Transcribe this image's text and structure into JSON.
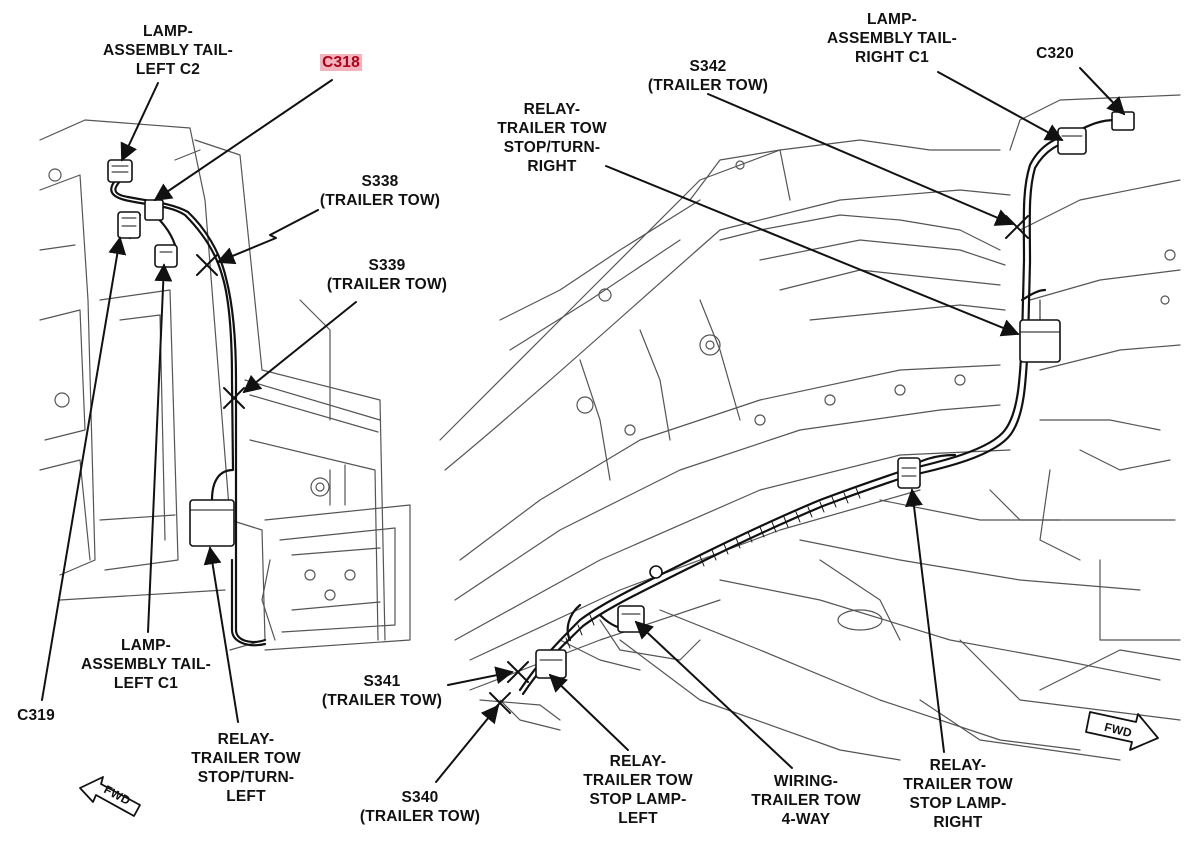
{
  "labels": {
    "lamp_tail_left_c2": [
      "LAMP-",
      "ASSEMBLY TAIL-",
      "LEFT C2"
    ],
    "c318": "C318",
    "s338": [
      "S338",
      "(TRAILER TOW)"
    ],
    "s339": [
      "S339",
      "(TRAILER TOW)"
    ],
    "lamp_tail_left_c1": [
      "LAMP-",
      "ASSEMBLY TAIL-",
      "LEFT C1"
    ],
    "c319": "C319",
    "relay_stop_turn_left": [
      "RELAY-",
      "TRAILER TOW",
      "STOP/TURN-",
      "LEFT"
    ],
    "s342": [
      "S342",
      "(TRAILER TOW)"
    ],
    "relay_stop_turn_right": [
      "RELAY-",
      "TRAILER TOW",
      "STOP/TURN-",
      "RIGHT"
    ],
    "lamp_tail_right_c1": [
      "LAMP-",
      "ASSEMBLY TAIL-",
      "RIGHT C1"
    ],
    "c320": "C320",
    "s341": [
      "S341",
      "(TRAILER TOW)"
    ],
    "s340": [
      "S340",
      "(TRAILER TOW)"
    ],
    "relay_stop_lamp_left": [
      "RELAY-",
      "TRAILER TOW",
      "STOP LAMP-",
      "LEFT"
    ],
    "wiring_4way": [
      "WIRING-",
      "TRAILER TOW",
      "4-WAY"
    ],
    "relay_stop_lamp_right": [
      "RELAY-",
      "TRAILER TOW",
      "STOP LAMP-",
      "RIGHT"
    ],
    "fwd_left": "FWD",
    "fwd_right": "FWD"
  },
  "colors": {
    "ink": "#111111",
    "highlight_bg": "#f2b3bd",
    "highlight_text": "#b0001a"
  }
}
